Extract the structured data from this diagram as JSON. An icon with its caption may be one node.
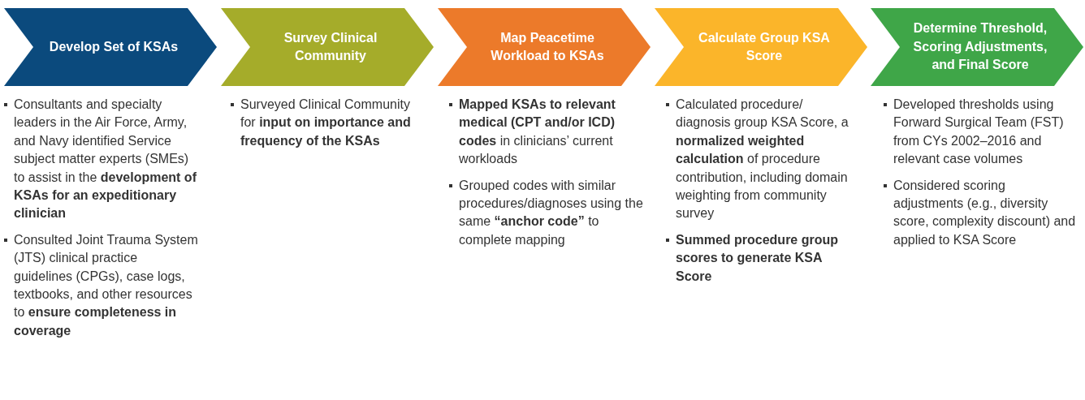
{
  "diagram": {
    "nodes": [
      {
        "text": [
          "Develop Set of KSAs"
        ],
        "beside": [
          "Consultants and specialty leaders in the Air Force, Army, and Navy identified Service subject matter experts (SMEs) to assist in the **development of KSAs for an expeditionary clinician**",
          "Consulted Joint Trauma System (JTS) clinical practice guidelines (CPGs), case logs, textbooks, and other resources to **ensure completeness in coverage**"
        ]
      },
      {
        "text": [
          "Survey Clinical Community"
        ],
        "beside": [
          "Surveyed Clinical Community for **input on importance and frequency of the KSAs**"
        ]
      },
      {
        "text": [
          "Map Peacetime Workload to KSAs"
        ],
        "beside": [
          "**Mapped KSAs to relevant medical (CPT and/or ICD) codes** in clinicians’ current workloads",
          "Grouped codes with similar procedures/diagnoses using the same **“anchor code”** to complete mapping"
        ]
      },
      {
        "text": [
          "Calculate Group KSA Score"
        ],
        "beside": [
          "Calculated procedure/ diagnosis group KSA Score, a **normalized weighted calculation** of procedure contribution, including domain weighting from community survey",
          "**Summed procedure group scores to generate KSA Score**"
        ]
      },
      {
        "text": [
          "Determine Threshold, Scoring Adjustments, and Final Score"
        ],
        "beside": [
          "Developed thresholds using Forward Surgical Team (FST) from CYs 2002–2016 and relevant case volumes",
          "Considered scoring adjustments (e.g., diversity score, complexity discount) and applied to KSA Score"
        ]
      }
    ]
  }
}
